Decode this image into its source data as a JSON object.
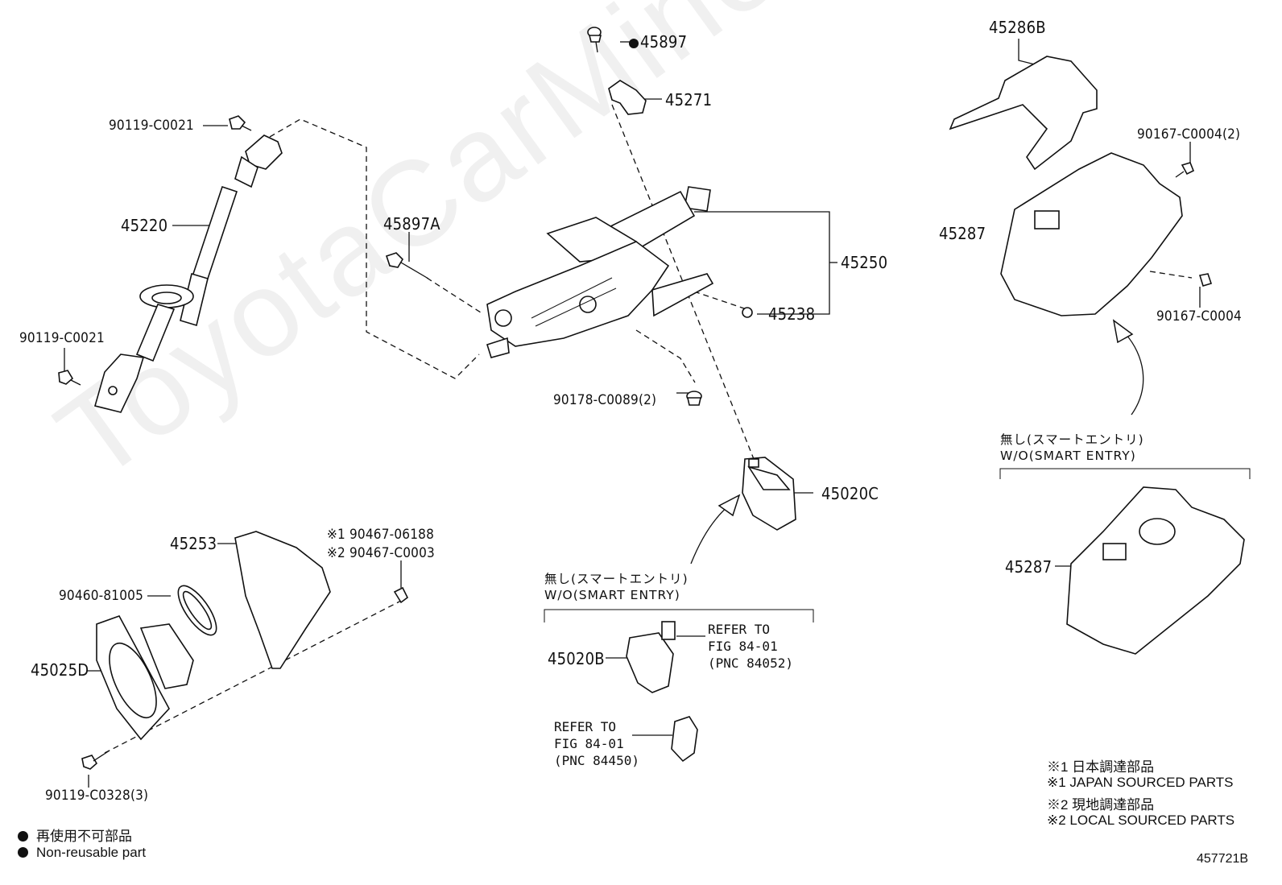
{
  "watermark": "ToyotaCarMine.ru",
  "parts": {
    "p45897": "45897",
    "p45271": "45271",
    "p45286B": "45286B",
    "p90119_top": "90119-C0021",
    "p45220": "45220",
    "p90119_mid": "90119-C0021",
    "p45897A": "45897A",
    "p45250": "45250",
    "p45238": "45238",
    "p90178": "90178-C0089(2)",
    "p90167_2": "90167-C0004(2)",
    "p45287_top": "45287",
    "p90167": "90167-C0004",
    "p45020C": "45020C",
    "p45253": "45253",
    "p90467_1": "※1 90467-06188",
    "p90467_2": "※2 90467-C0003",
    "p90460": "90460-81005",
    "p45025D": "45025D",
    "p90119_bot": "90119-C0328(3)",
    "p45020B": "45020B",
    "p45287_bot": "45287"
  },
  "notes": {
    "wo_jp_center": "無し(スマートエントリ)",
    "wo_en_center": "W/O(SMART ENTRY)",
    "wo_jp_right": "無し(スマートエントリ)",
    "wo_en_right": "W/O(SMART ENTRY)"
  },
  "refers": {
    "ref1": "REFER TO\nFIG 84-01\n(PNC 84052)",
    "ref2": "REFER TO\nFIG 84-01\n(PNC 84450)"
  },
  "footnotes": {
    "f1": "※1 日本調達部品",
    "f2": "※1 JAPAN SOURCED PARTS",
    "f3": "※2 現地調達部品",
    "f4": "※2 LOCAL SOURCED PARTS"
  },
  "legend": {
    "jp": "再使用不可部品",
    "en": "Non-reusable part"
  },
  "figure_id": "457721B"
}
